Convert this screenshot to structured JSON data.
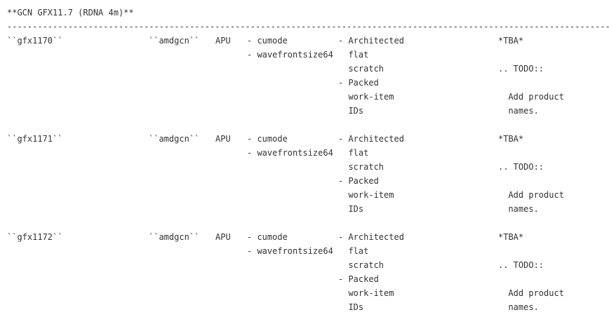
{
  "document": {
    "title": "**GCN GFX11.7 (RDNA 4m)**",
    "separator": "-----------------------------------------------------------------------------------------------------------------------------"
  },
  "colors": {
    "text": "#333333",
    "background": "#ffffff"
  },
  "table": {
    "rows": [
      {
        "processor": "``gfx1170``",
        "target_triple": "``amdgcn``",
        "kind": "APU",
        "features": "- cumode\n- wavefrontsize64",
        "properties": "- Architected\n  flat\n  scratch\n- Packed\n  work-item\n  IDs",
        "notes": "*TBA*\n\n.. TODO::\n\n  Add product\n  names."
      },
      {
        "processor": "``gfx1171``",
        "target_triple": "``amdgcn``",
        "kind": "APU",
        "features": "- cumode\n- wavefrontsize64",
        "properties": "- Architected\n  flat\n  scratch\n- Packed\n  work-item\n  IDs",
        "notes": "*TBA*\n\n.. TODO::\n\n  Add product\n  names."
      },
      {
        "processor": "``gfx1172``",
        "target_triple": "``amdgcn``",
        "kind": "APU",
        "features": "- cumode\n- wavefrontsize64",
        "properties": "- Architected\n  flat\n  scratch\n- Packed\n  work-item\n  IDs",
        "notes": "*TBA*\n\n.. TODO::\n\n  Add product\n  names."
      }
    ]
  }
}
